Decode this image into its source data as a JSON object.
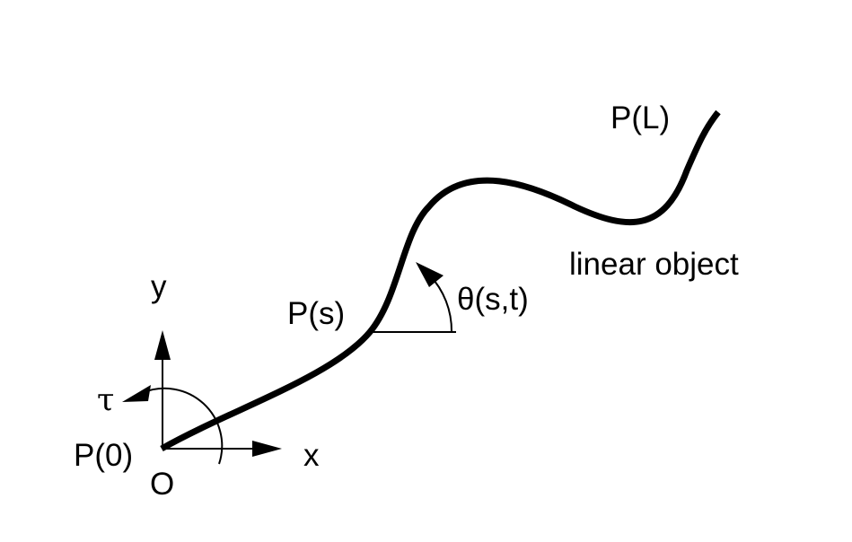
{
  "labels": {
    "end_point": "P(L)",
    "object_name": "linear object",
    "mid_point": "P(s)",
    "angle": "θ(s,t)",
    "y_axis": "y",
    "x_axis": "x",
    "torque": "τ",
    "start_point": "P(0)",
    "origin": "O"
  },
  "colors": {
    "stroke": "#000000",
    "background": "#ffffff"
  }
}
